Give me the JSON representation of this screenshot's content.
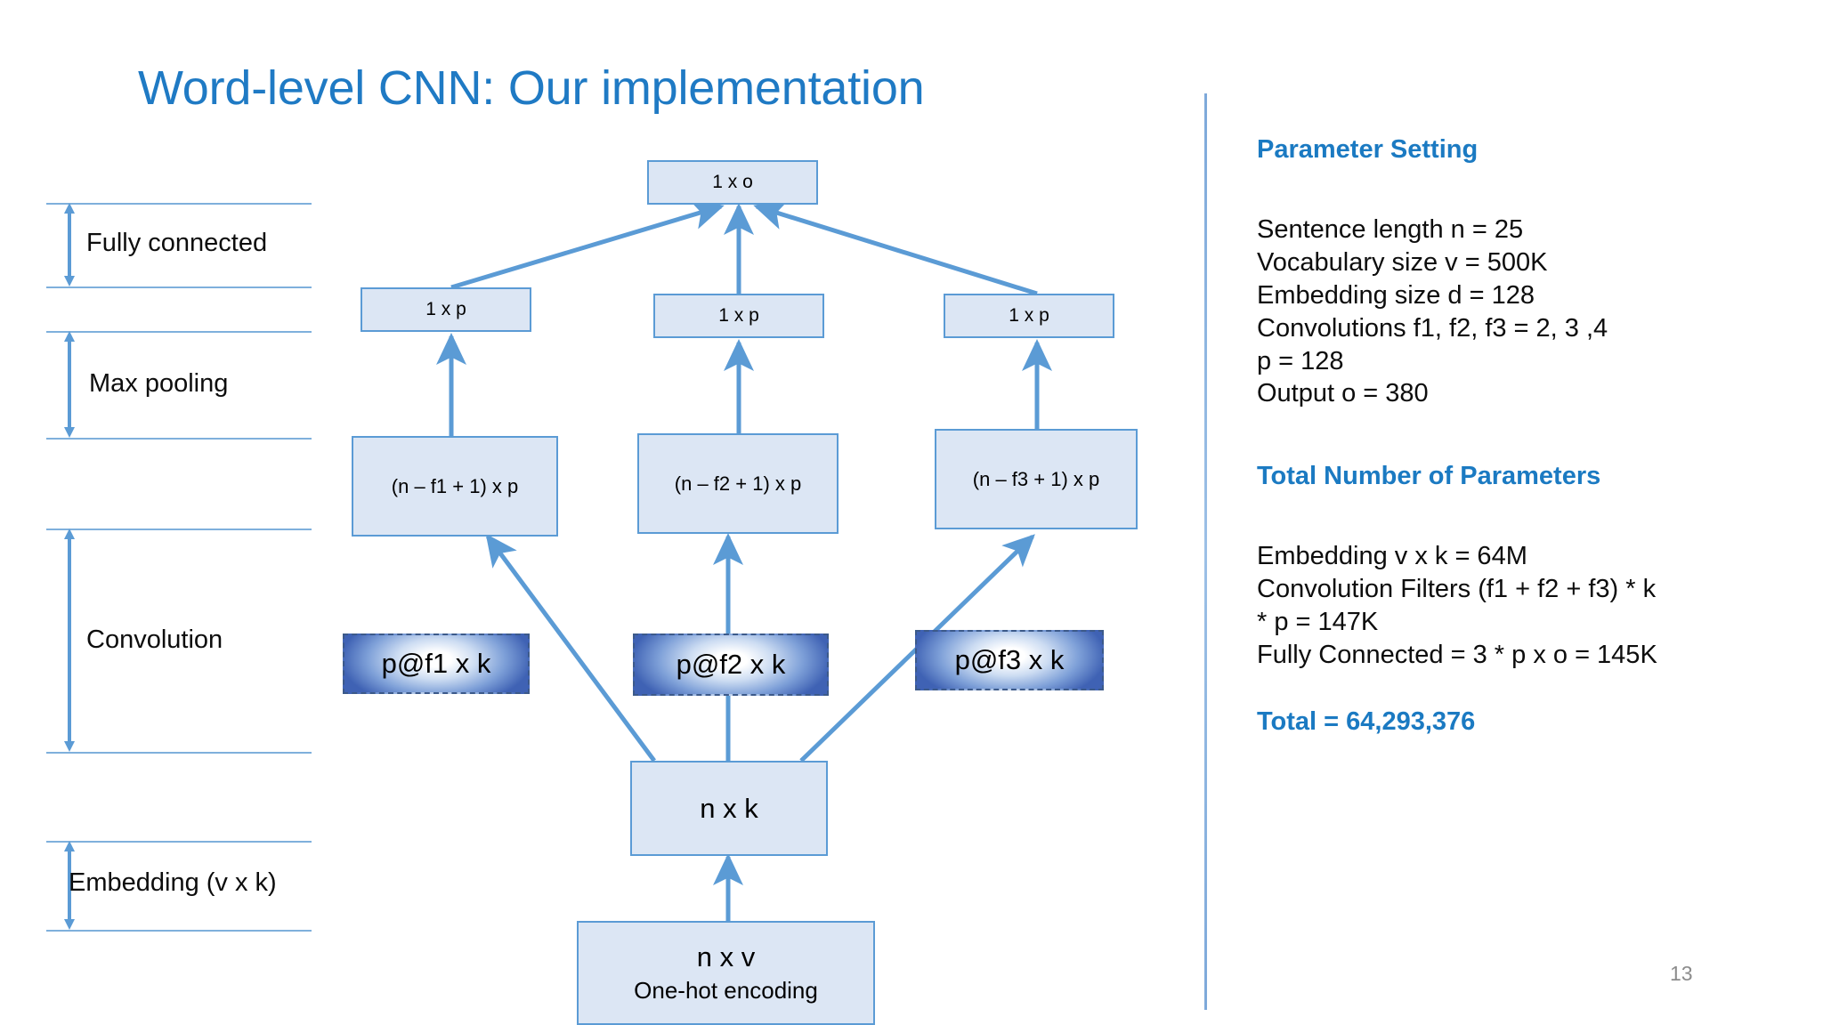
{
  "slide": {
    "title": "Word-level CNN: Our implementation",
    "page_number": "13"
  },
  "left_labels": [
    {
      "id": "fully-connected",
      "text": "Fully connected"
    },
    {
      "id": "max-pooling",
      "text": "Max pooling"
    },
    {
      "id": "convolution",
      "text": "Convolution"
    },
    {
      "id": "embedding",
      "text": "Embedding (v x k)"
    }
  ],
  "diagram": {
    "output_node": "1 x o",
    "pooling_nodes": [
      "1 x p",
      "1 x p",
      "1 x p"
    ],
    "conv_nodes": [
      "(n – f1 + 1) x p",
      "(n – f2 + 1) x p",
      "(n – f3 + 1) x p"
    ],
    "filter_nodes": [
      "p@f1 x k",
      "p@f2 x k",
      "p@f3 x k"
    ],
    "embedding_node": "n x k",
    "input_node_line1": "n x v",
    "input_node_line2": "One-hot encoding"
  },
  "parameter_setting": {
    "heading": "Parameter Setting",
    "lines": [
      "Sentence length n = 25",
      "Vocabulary size v = 500K",
      "Embedding size d = 128",
      "Convolutions f1, f2, f3 = 2, 3 ,4",
      "p = 128",
      "Output o = 380"
    ]
  },
  "total_parameters": {
    "heading": "Total Number of Parameters",
    "lines": [
      "Embedding v x k = 64M",
      "Convolution Filters (f1 + f2 + f3) * k",
      "* p = 147K",
      "Fully Connected = 3 * p x o = 145K"
    ],
    "total": "Total = 64,293,376"
  },
  "colors": {
    "title_blue": "#1F7AC4",
    "heading_blue": "#1B7AC2",
    "node_border": "#5B9BD5",
    "node_fill": "#DCE6F4",
    "arrow_blue": "#5B9BD5",
    "page_number_gray": "#8c8c8c"
  }
}
